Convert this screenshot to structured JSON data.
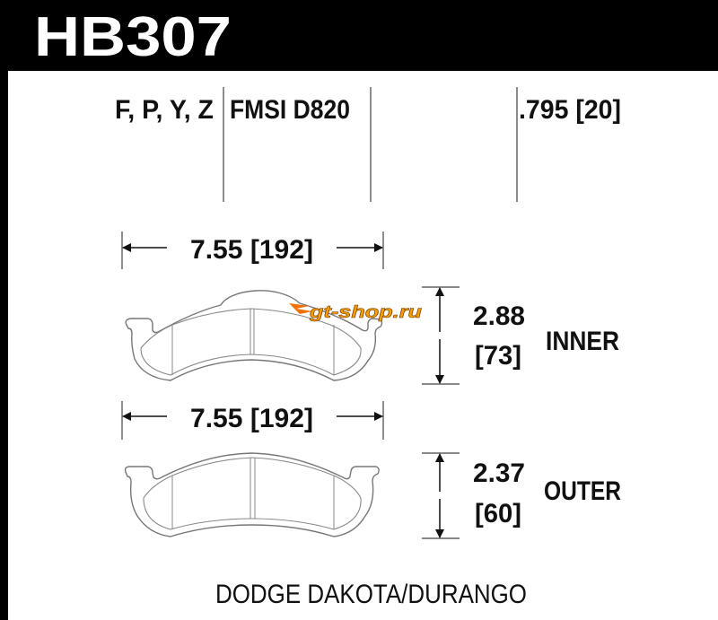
{
  "header": {
    "part_number": "HB307"
  },
  "specs": {
    "compounds": "F, P, Y, Z",
    "fmsi": "FMSI D820",
    "thickness": ".795 [20]"
  },
  "inner_pad": {
    "width_label": "7.55 [192]",
    "height_label": "2.88",
    "height_metric": "[73]",
    "side_label": "INNER"
  },
  "outer_pad": {
    "width_label": "7.55 [192]",
    "height_label": "2.37",
    "height_metric": "[60]",
    "side_label": "OUTER"
  },
  "vehicle": "DODGE DAKOTA/DURANGO",
  "watermark": {
    "text": "gt-shop.ru",
    "color": "#f5a000"
  },
  "colors": {
    "header_bg": "#000000",
    "text": "#111111"
  }
}
